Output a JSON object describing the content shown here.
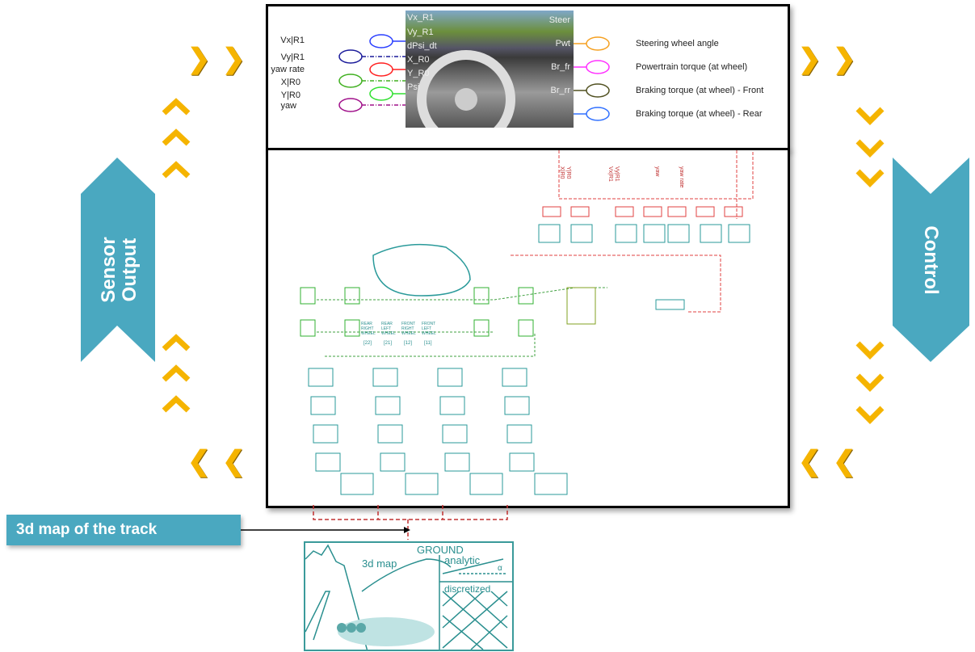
{
  "top_block": {
    "inputs": [
      "Vx|R1",
      "Vy|R1",
      "yaw rate",
      "X|R0",
      "Y|R0",
      "yaw"
    ],
    "sim_ports_in": [
      "Vx_R1",
      "Vy_R1",
      "dPsi_dt",
      "X_R0",
      "Y_R0",
      "Psi"
    ],
    "sim_ports_out": [
      "Steer",
      "Pwt",
      "Br_fr",
      "Br_rr"
    ],
    "outputs": [
      "Steering wheel angle",
      "Powertrain torque (at wheel)",
      "Braking torque (at wheel) - Front",
      "Braking torque (at wheel) - Rear"
    ],
    "input_colors": [
      "#2a3fff",
      "#1a1a9a",
      "#ff2020",
      "#40b020",
      "#30e030",
      "#a0108a"
    ],
    "output_colors": [
      "#f5a020",
      "#ff30ff",
      "#505020",
      "#3070ff"
    ]
  },
  "schematic": {
    "sensor_labels": [
      "X|R0",
      "Y|R0",
      "Vx|R1",
      "Vy|R1",
      "yaw",
      "yaw rate"
    ],
    "wheel_labels": [
      "REAR RIGHT WHEEL",
      "REAR LEFT WHEEL",
      "FRONT RIGHT WHEEL",
      "FRONT LEFT WHEEL"
    ],
    "wheel_ids": [
      "[22]",
      "[21]",
      "[12]",
      "[11]"
    ]
  },
  "side_arrows": {
    "left": "Sensor Output",
    "right": "Control",
    "color": "#4aa8c0",
    "chevron_color": "#f5b400"
  },
  "track_label": "3d map of the track",
  "ground": {
    "title": "GROUND",
    "map_label": "3d map",
    "analytic_label": "analytic",
    "angle_symbol": "α",
    "discretized_label": "discretized"
  }
}
